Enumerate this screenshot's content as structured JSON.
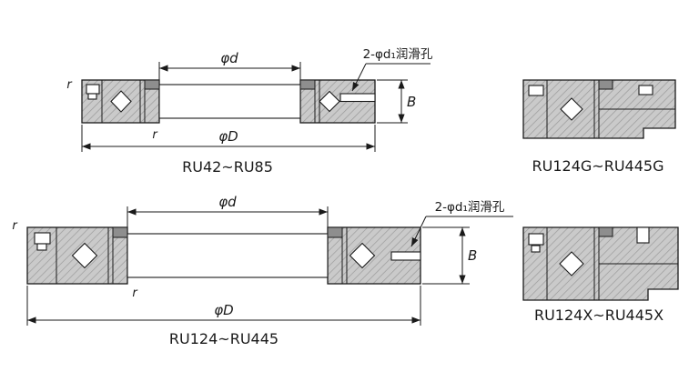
{
  "colors": {
    "outline": "#1a1a1a",
    "hatch_fill": "#cacaca",
    "hatch_line": "#9a9a9a",
    "dark_fill": "#8e8e8e",
    "white": "#ffffff",
    "background": "#ffffff"
  },
  "top_left": {
    "label": "RU42~RU85",
    "dim_d": "φd",
    "dim_D": "φD",
    "dim_B": "B",
    "r_outer": "r",
    "r_inner": "r",
    "lube_note": "2-φd₁润滑孔"
  },
  "top_right": {
    "label": "RU124G~RU445G"
  },
  "bottom_left": {
    "label": "RU124~RU445",
    "dim_d": "φd",
    "dim_D": "φD",
    "dim_B": "B",
    "r_outer": "r",
    "r_inner": "r",
    "lube_note": "2-φd₁润滑孔"
  },
  "bottom_right": {
    "label": "RU124X~RU445X"
  }
}
